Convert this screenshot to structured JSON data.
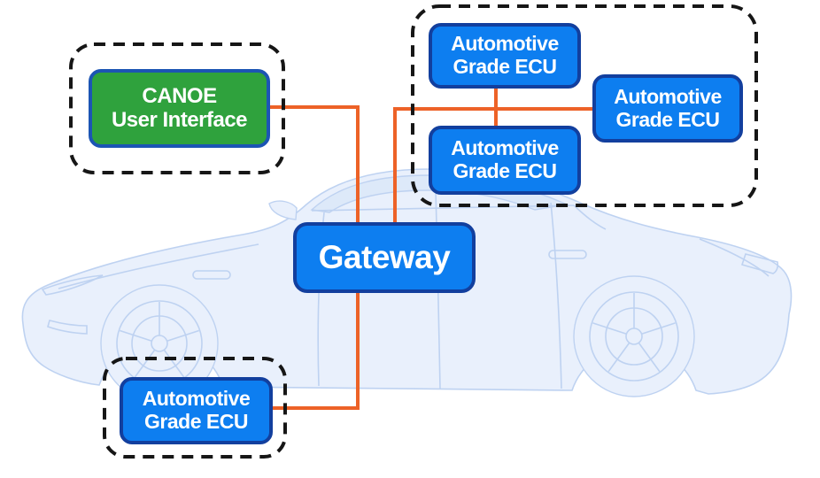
{
  "nodes": {
    "canoe": {
      "line1": "CANOE",
      "line2": "User Interface"
    },
    "ecu_top": {
      "line1": "Automotive",
      "line2": "Grade ECU"
    },
    "ecu_right": {
      "line1": "Automotive",
      "line2": "Grade ECU"
    },
    "ecu_middle": {
      "line1": "Automotive",
      "line2": "Grade ECU"
    },
    "ecu_bottom": {
      "line1": "Automotive",
      "line2": "Grade ECU"
    },
    "gateway": {
      "label": "Gateway"
    }
  },
  "colors": {
    "node_blue_fill": "#0d7ef0",
    "node_blue_border": "#123f9e",
    "node_green_fill": "#2fa23d",
    "node_green_border": "#1c55b4",
    "connector_orange": "#ed6227",
    "cluster_dash": "#161616",
    "car_fill": "#e9f0fc",
    "car_line": "#bed2f1",
    "car_glass": "#dde9f9",
    "background": "#ffffff",
    "node_text": "#ffffff"
  }
}
